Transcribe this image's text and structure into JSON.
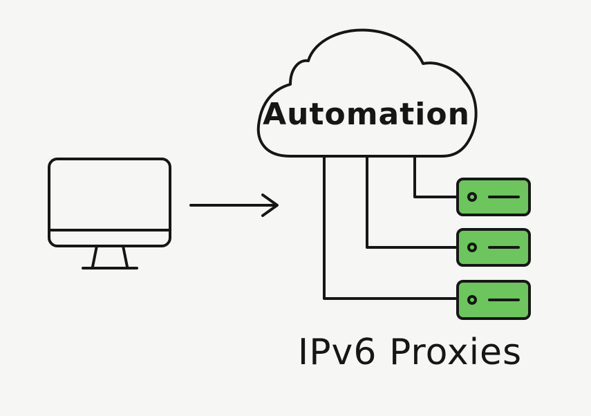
{
  "diagram": {
    "cloud_label": "Automation",
    "caption": "IPv6 Proxies"
  },
  "icons": {
    "computer": "monitor-icon",
    "cloud": "cloud-icon",
    "arrow": "right-arrow",
    "server": "server-icon"
  },
  "colors": {
    "stroke": "#161616",
    "server_fill": "#6dc55d",
    "background": "#f6f6f4"
  }
}
